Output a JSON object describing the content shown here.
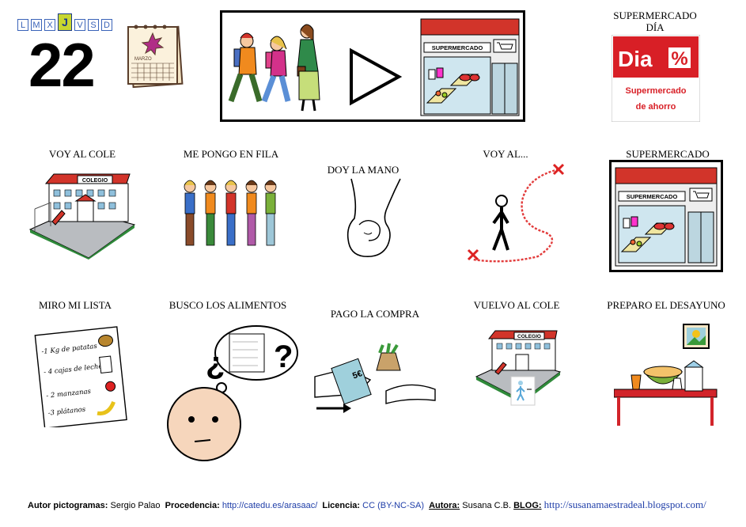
{
  "date": {
    "weekdays": [
      "L",
      "M",
      "X",
      "J",
      "V",
      "S",
      "D"
    ],
    "active_day": "J",
    "day_number": "22",
    "calendar_month": "MARZO"
  },
  "banner": {
    "store_sign": "SUPERMERCADO"
  },
  "store_header": {
    "line1": "SUPERMERCADO",
    "line2": "DÍA"
  },
  "dia_logo": {
    "brand": "Dia",
    "symbol": "%",
    "sub1": "Supermercado",
    "sub2": "de ahorro",
    "color": "#d81f26"
  },
  "steps_row1": [
    {
      "label": "VOY AL COLE",
      "sign": "COLEGIO"
    },
    {
      "label": "ME PONGO EN FILA"
    },
    {
      "label": "DOY LA MANO"
    },
    {
      "label": "VOY AL..."
    },
    {
      "label": "SUPERMERCADO",
      "sign": "SUPERMERCADO"
    }
  ],
  "steps_row2": [
    {
      "label": "MIRO MI LISTA",
      "list": [
        "-1 Kg de patatas",
        "- 4 cajas de leche",
        "- 2 manzanas",
        "-3 plátanos"
      ]
    },
    {
      "label": "BUSCO LOS ALIMENTOS"
    },
    {
      "label": "PAGO LA COMPRA",
      "note": "5€"
    },
    {
      "label": "VUELVO AL COLE",
      "sign": "COLEGIO"
    },
    {
      "label": "PREPARO EL DESAYUNO"
    }
  ],
  "footer": {
    "author_key": "Autor pictogramas:",
    "author_val": "Sergio Palao",
    "source_key": "Procedencia:",
    "source_val": "http://catedu.es/arasaac/",
    "license_key": "Licencia:",
    "license_val": "CC (BY-NC-SA)",
    "by_key": "Autora:",
    "by_val": "Susana C.B.",
    "blog_key": "BLOG:",
    "blog_val": "http://susanamaestradeal.blogspot.com/"
  }
}
